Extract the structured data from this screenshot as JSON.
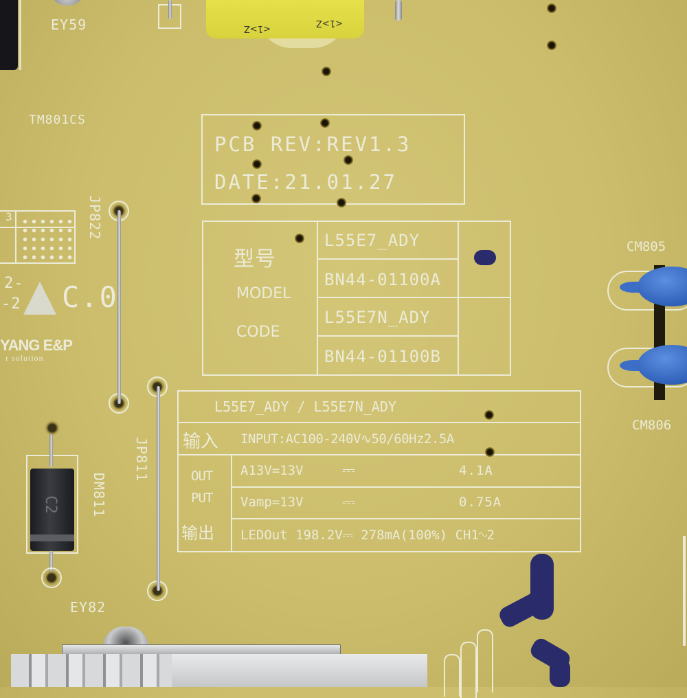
{
  "scene": {
    "subject": "Printed circuit board silkscreen close-up",
    "board_color": "#cdbf6e",
    "silkscreen_color": "#ecebd8"
  },
  "labels": {
    "ey59": "EY59",
    "tm801cs": "TM801CS",
    "jp822": "JP822",
    "jp811": "JP811",
    "dm811": "DM811",
    "ey82": "EY82",
    "cm805": "CM805",
    "cm806": "CM806",
    "cert_mark": "C.0",
    "maker": "YANG E&P",
    "maker_sub": "r solution",
    "cert_frag_top": "2-",
    "cert_frag_bot": "-2",
    "grid_num": "3"
  },
  "revision_box": {
    "line1": "PCB REV:REV1.3",
    "line2": "DATE:21.01.27"
  },
  "model_table": {
    "label_cn": "型号",
    "label_model": "MODEL",
    "label_code": "CODE",
    "rows": [
      {
        "value": "L55E7_ADY"
      },
      {
        "value": "BN44-01100A"
      },
      {
        "value": "L55E7N_ADY"
      },
      {
        "value": "BN44-01100B"
      }
    ]
  },
  "rating_table": {
    "title": "L55E7_ADY / L55E7N_ADY",
    "input_label_cn": "输入",
    "input_text": "INPUT:AC100-240V∿50/60Hz2.5A",
    "output_label_1": "OUT",
    "output_label_2": "PUT",
    "output_label_cn": "输出",
    "outputs": [
      {
        "name": "A13V=13V",
        "symbol": "⎓",
        "current": "4.1A"
      },
      {
        "name": "Vamp=13V",
        "symbol": "⎓",
        "current": "0.75A"
      }
    ],
    "led_line": "LEDOut  198.2V⎓ 278mA(100%) CH1∿2"
  },
  "components": {
    "diode_marking": "C2",
    "capacitor_marking": "<1>Z"
  }
}
